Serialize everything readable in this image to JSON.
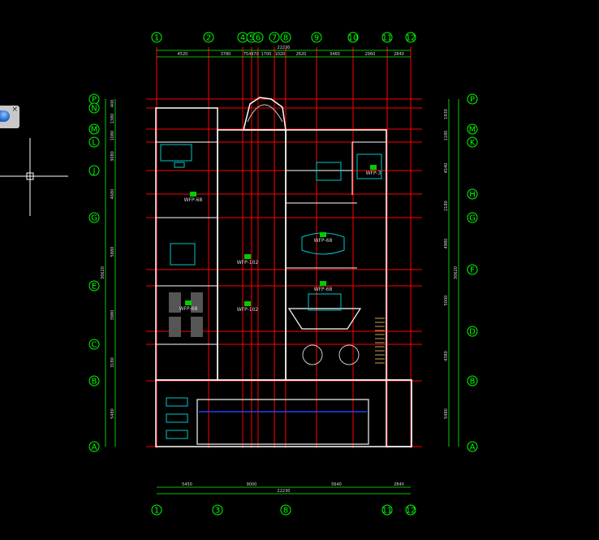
{
  "top_axes": [
    "1",
    "2",
    "4",
    "5",
    "6",
    "7",
    "8",
    "9",
    "10",
    "11",
    "12"
  ],
  "bottom_axes": [
    "1",
    "3",
    "8",
    "11",
    "12"
  ],
  "left_axes": [
    "P",
    "N",
    "M",
    "L",
    "J",
    "G",
    "E",
    "C",
    "B",
    "A"
  ],
  "right_axes": [
    "P",
    "M",
    "K",
    "H",
    "G",
    "F",
    "D",
    "B",
    "A"
  ],
  "top_dims": [
    "4520",
    "3780",
    "754",
    "970",
    "1700",
    "1020",
    "2620",
    "3460",
    "2960",
    "2840"
  ],
  "top_total": "22230",
  "bottom_dims": [
    "5450",
    "9000",
    "5640",
    "2840"
  ],
  "bottom_total": "22230",
  "left_dims": [
    "400",
    "1380",
    "1080",
    "3080",
    "4680",
    "5880",
    "3980",
    "3180",
    "5480"
  ],
  "left_total": "30620",
  "right_dims": [
    "1930",
    "1180",
    "4540",
    "2180",
    "4980",
    "5000",
    "4380",
    "5480"
  ],
  "right_total": "30620",
  "room_tags": [
    "WFP-3",
    "WFP-68",
    "WFP-68",
    "WFP-68",
    "WFP-102",
    "WFP-102",
    "WFP-68"
  ],
  "colors": {
    "background": "#000000",
    "axis_bubble": "#00ff00",
    "grid_line": "#ff0000",
    "wall": "#ffffff",
    "furniture": "#00c8c8",
    "beam": "#ff5555",
    "pool_line": "#2040ff",
    "fixture": "#ffcc88"
  }
}
